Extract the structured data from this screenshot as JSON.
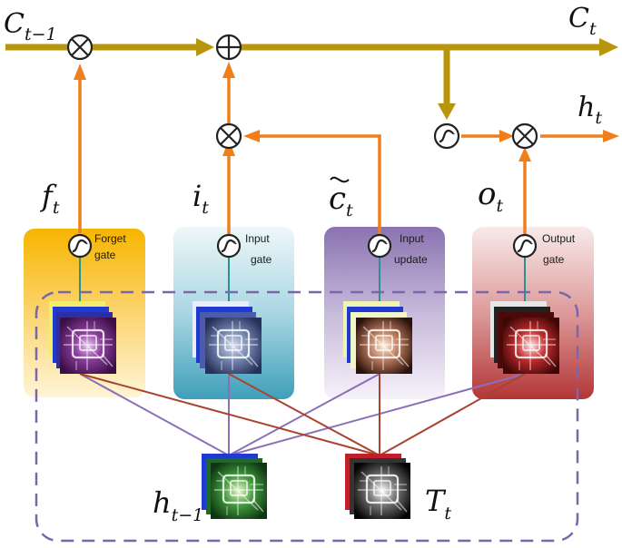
{
  "labels": {
    "c_prev": "C",
    "c_prev_sub": "t−1",
    "c_next": "C",
    "c_next_sub": "t",
    "h_out": "h",
    "h_out_sub": "t",
    "f": "f",
    "f_sub": "t",
    "i": "i",
    "i_sub": "t",
    "c_tilde": "c",
    "c_tilde_sub": "t",
    "o": "o",
    "o_sub": "t",
    "h_prev": "h",
    "h_prev_sub": "t−1",
    "T": "T",
    "T_sub": "t"
  },
  "gates": [
    {
      "line1": "Forget",
      "line2": "gate"
    },
    {
      "line1": "Input",
      "line2": "gate"
    },
    {
      "line1": "Input",
      "line2": "update"
    },
    {
      "line1": "Output",
      "line2": "gate"
    }
  ],
  "colors": {
    "cell_line": "#b8960c",
    "gate_line": "#f07f1b",
    "purple_line": "#8c6fb8",
    "red_line": "#a8432e",
    "dash": "#7a66a8",
    "forget_bg": "#f7b500",
    "input_bg": "#4aa8c0",
    "update_bg": "#8a72b0",
    "output_bg": "#b53a3a"
  },
  "icons": {
    "multiply": "circle-times-icon",
    "add": "circle-plus-icon",
    "sigmoid": "sigmoid-icon",
    "feature_map": "feature-map-icon"
  }
}
